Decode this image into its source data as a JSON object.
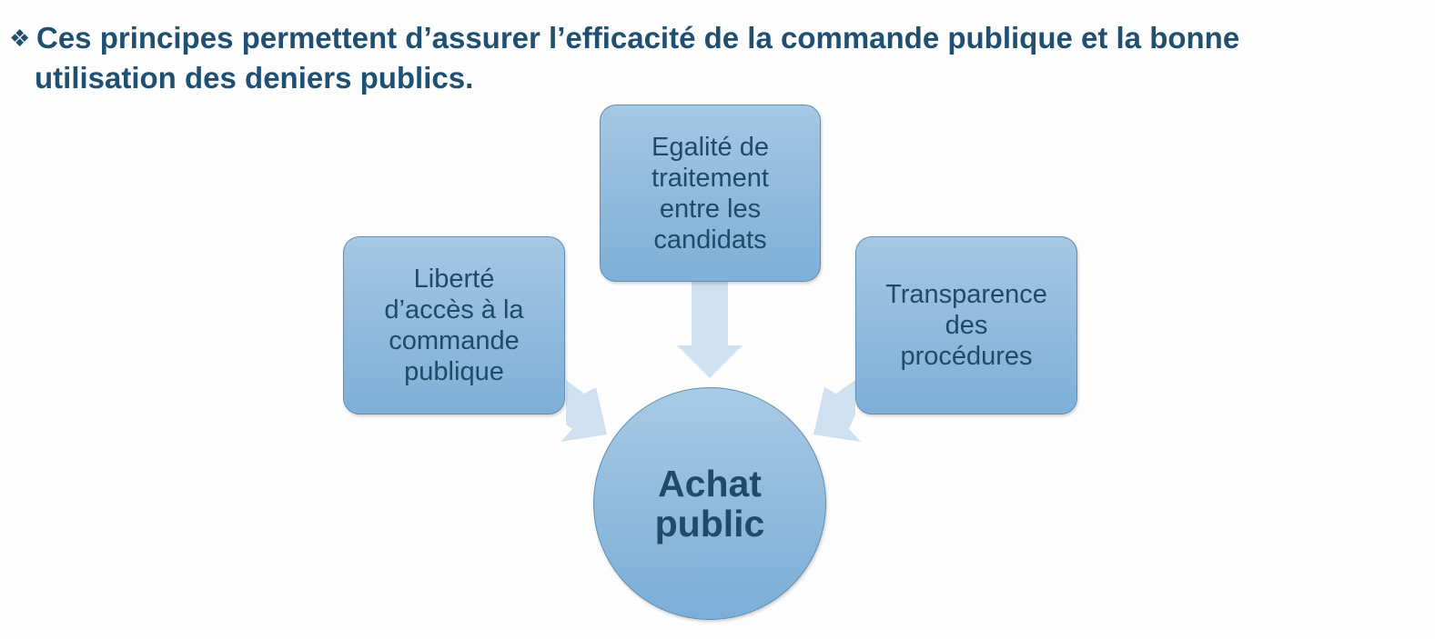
{
  "heading": {
    "bullet": "❖",
    "line1": "Ces principes permettent d’assurer l’efficacité de la commande publique et la bonne",
    "line2": "utilisation des deniers publics."
  },
  "diagram": {
    "center": {
      "lines": [
        "Achat",
        "public"
      ]
    },
    "nodes": [
      {
        "id": "left",
        "lines": [
          "Liberté",
          "d’accès à la",
          "commande",
          "publique"
        ]
      },
      {
        "id": "top",
        "lines": [
          "Egalité de",
          "traitement",
          "entre les",
          "candidats"
        ]
      },
      {
        "id": "right",
        "lines": [
          "Transparence",
          "des",
          "procédures"
        ]
      }
    ]
  },
  "colors": {
    "heading_text": "#1f5072",
    "box_fill": "#8fb9dc",
    "box_border": "#5f8fb4",
    "arrow_fill": "#cfe0f0",
    "node_text": "#1f4a68"
  }
}
